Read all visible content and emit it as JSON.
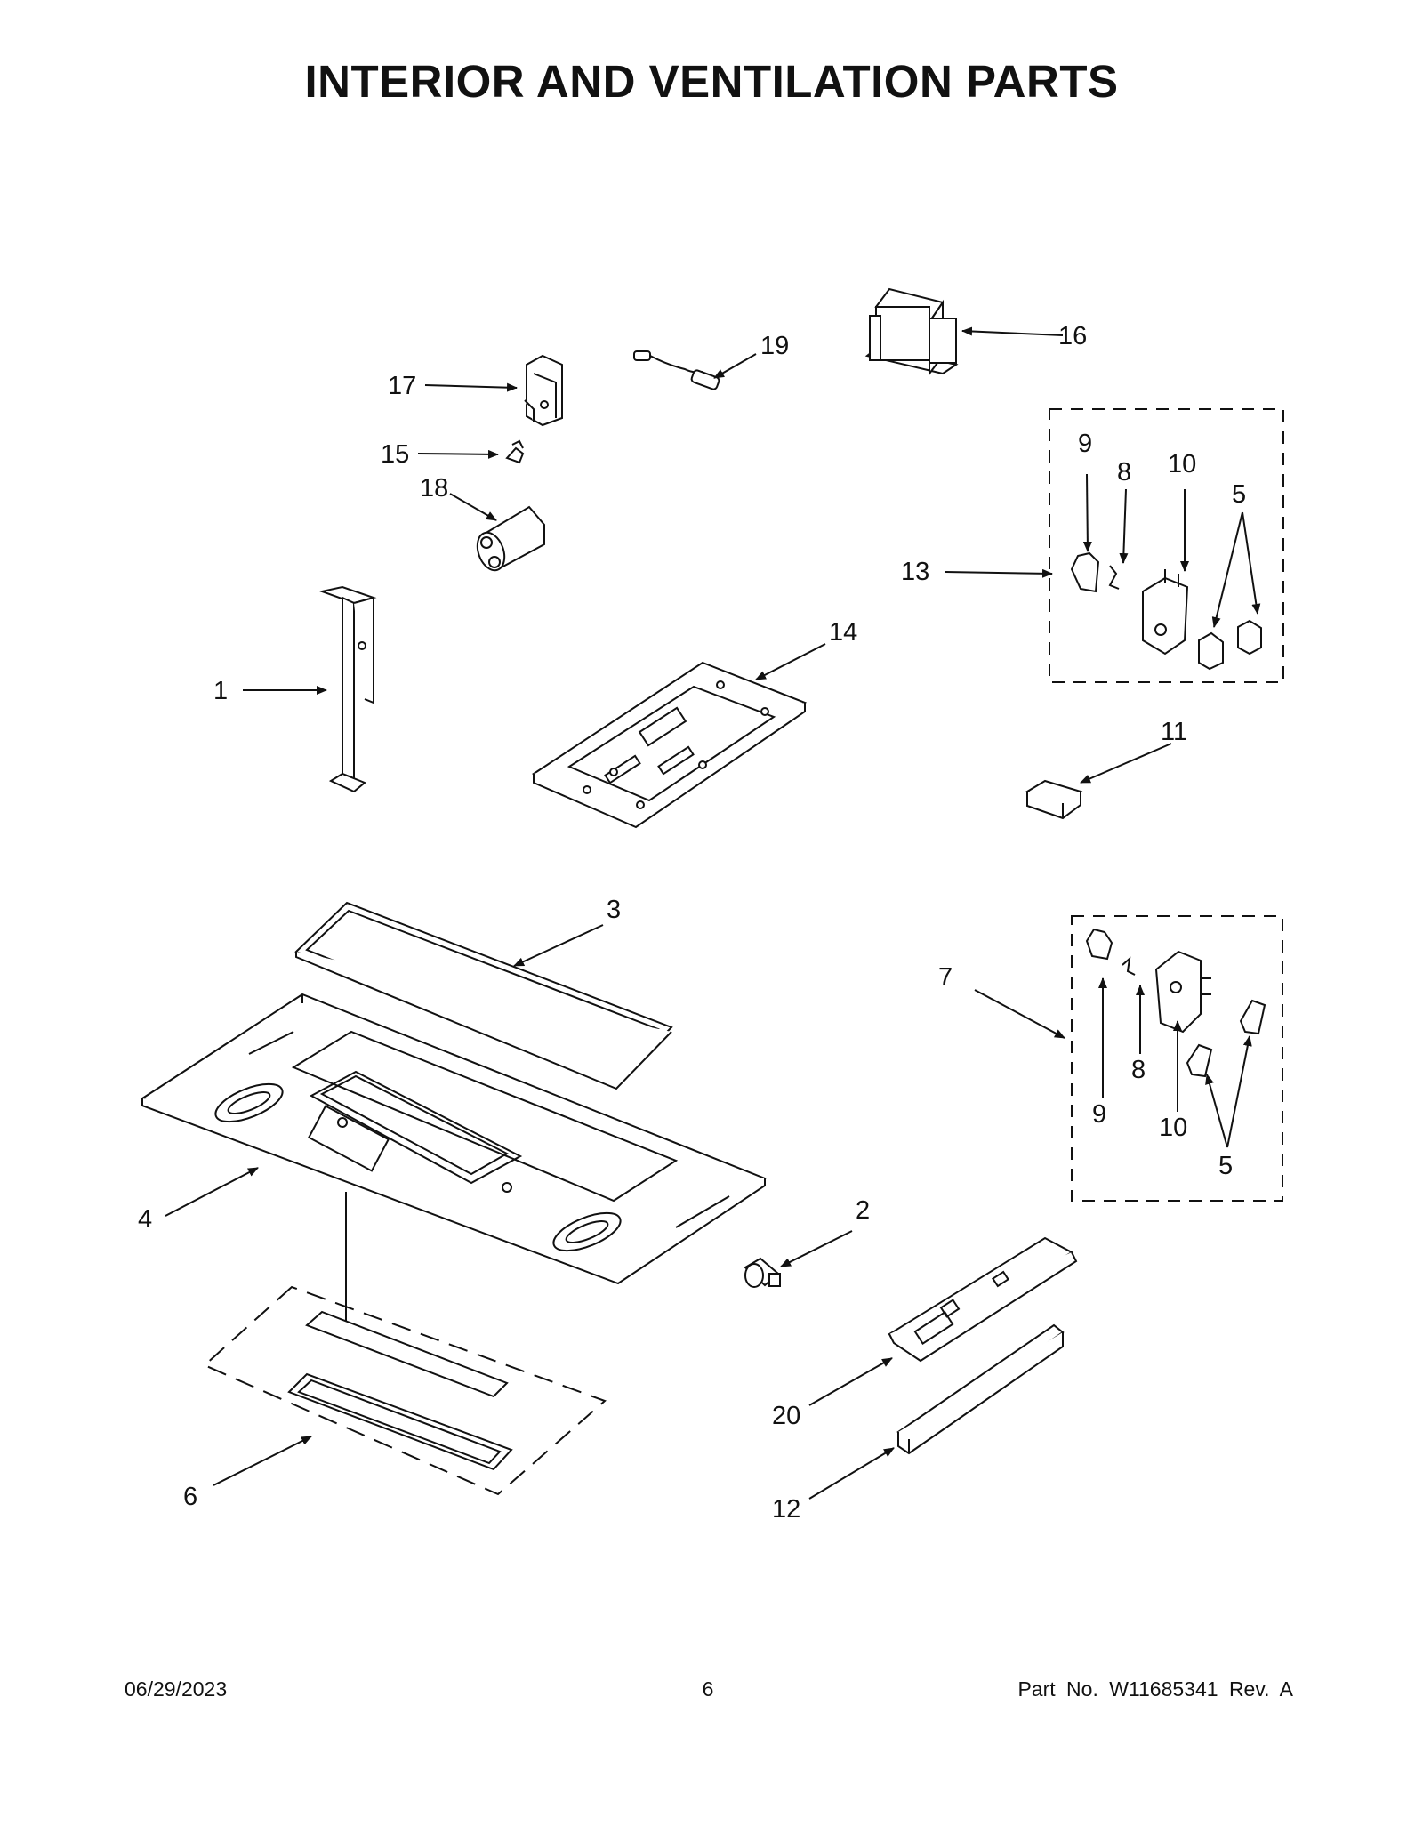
{
  "title": "INTERIOR AND VENTILATION PARTS",
  "callouts": [
    "1",
    "2",
    "3",
    "4",
    "5",
    "6",
    "7",
    "8",
    "9",
    "10",
    "11",
    "12",
    "13",
    "14",
    "15",
    "16",
    "17",
    "18",
    "19",
    "20"
  ],
  "footer": {
    "date": "06/29/2023",
    "page": "6",
    "part": "Part No.  W11685341  Rev.  A"
  }
}
